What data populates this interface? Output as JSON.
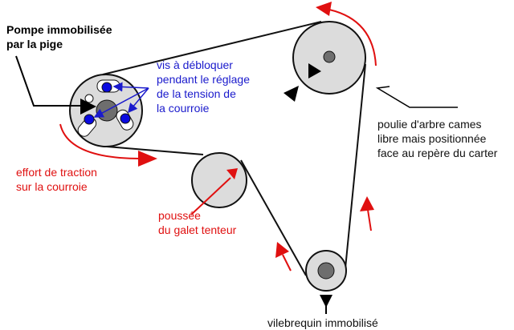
{
  "labels": {
    "pump": [
      "Pompe immobilisée",
      "par la pige"
    ],
    "screws": [
      "vis à débloquer",
      "pendant le réglage",
      "de la tension de",
      "la courroie"
    ],
    "traction": [
      "effort de traction",
      "sur la courroie"
    ],
    "tensioner": [
      "poussée",
      "du galet tenteur"
    ],
    "cam": [
      "poulie d'arbre cames",
      "libre mais positionnée",
      "face au repère du carter"
    ],
    "crank": "vilebrequin immobilisé"
  },
  "colors": {
    "pulley": "#dcdcdc",
    "hub": "#6e6e6e",
    "screw": "#0a0ae0",
    "force": "#e01010",
    "note": "#1a1acc"
  }
}
